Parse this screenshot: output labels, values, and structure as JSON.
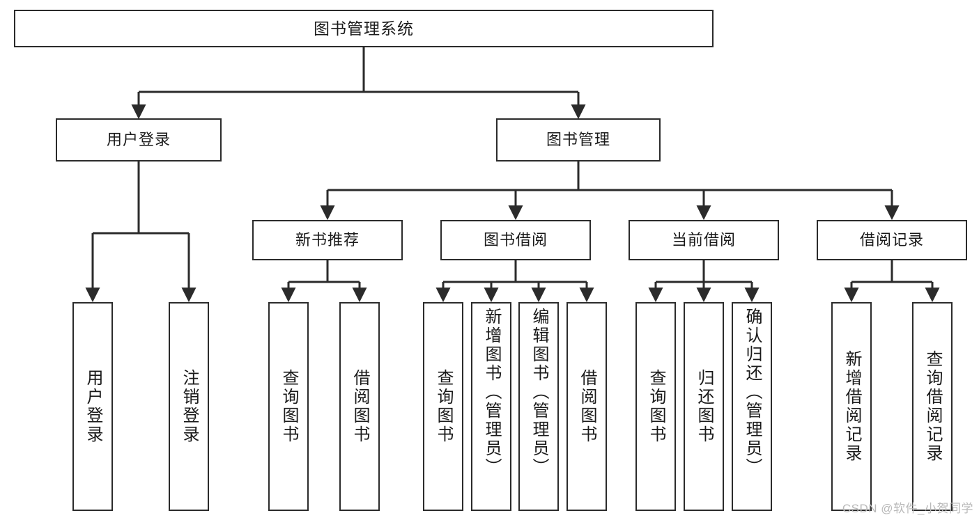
{
  "diagram": {
    "title": "图书管理系统",
    "type": "tree",
    "root": {
      "id": "root",
      "label": "图书管理系统"
    },
    "level2": [
      {
        "id": "user-login",
        "label": "用户登录"
      },
      {
        "id": "book-manage",
        "label": "图书管理"
      }
    ],
    "level3": [
      {
        "id": "new-book-recommend",
        "label": "新书推荐",
        "parent": "book-manage"
      },
      {
        "id": "book-borrow",
        "label": "图书借阅",
        "parent": "book-manage"
      },
      {
        "id": "current-borrow",
        "label": "当前借阅",
        "parent": "book-manage"
      },
      {
        "id": "borrow-record",
        "label": "借阅记录",
        "parent": "book-manage"
      }
    ],
    "leaves": [
      {
        "id": "leaf-user-login",
        "label": "用户登录",
        "parent": "user-login"
      },
      {
        "id": "leaf-user-logout",
        "label": "注销登录",
        "parent": "user-login"
      },
      {
        "id": "leaf-query-book-1",
        "label": "查询图书",
        "parent": "new-book-recommend"
      },
      {
        "id": "leaf-borrow-book-1",
        "label": "借阅图书",
        "parent": "new-book-recommend"
      },
      {
        "id": "leaf-query-book-2",
        "label": "查询图书",
        "parent": "book-borrow"
      },
      {
        "id": "leaf-add-book",
        "label": "新增图书（管理员）",
        "parent": "book-borrow"
      },
      {
        "id": "leaf-edit-book",
        "label": "编辑图书（管理员）",
        "parent": "book-borrow"
      },
      {
        "id": "leaf-borrow-book-2",
        "label": "借阅图书",
        "parent": "book-borrow"
      },
      {
        "id": "leaf-query-book-3",
        "label": "查询图书",
        "parent": "current-borrow"
      },
      {
        "id": "leaf-return-book",
        "label": "归还图书",
        "parent": "current-borrow"
      },
      {
        "id": "leaf-confirm-return",
        "label": "确认归还（管理员）",
        "parent": "current-borrow"
      },
      {
        "id": "leaf-add-borrow-record",
        "label": "新增借阅记录",
        "parent": "borrow-record"
      },
      {
        "id": "leaf-query-borrow-record",
        "label": "查询借阅记录",
        "parent": "borrow-record"
      }
    ],
    "colors": {
      "box_border": "#2b2b2b",
      "box_fill": "#ffffff",
      "connector": "#2b2b2b",
      "text": "#1a1a1a",
      "watermark": "#b9b9b9"
    }
  },
  "watermark": {
    "text": "CSDN @软件_小贺同学"
  }
}
